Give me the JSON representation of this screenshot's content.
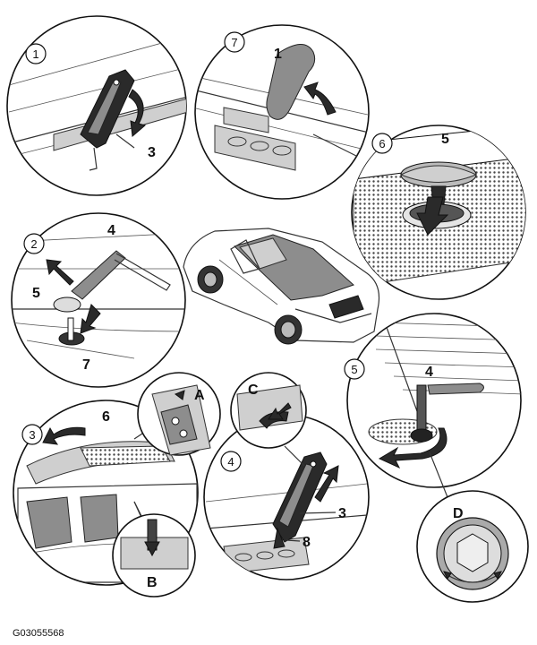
{
  "figure_code": "G03055568",
  "steps": {
    "s1": "1",
    "s2": "2",
    "s3": "3",
    "s4": "4",
    "s5": "5",
    "s6": "6",
    "s7": "7"
  },
  "callouts": {
    "p1_1": "3",
    "p7_1": "1",
    "p6_1": "5",
    "p2_1": "4",
    "p2_2": "5",
    "p2_3": "7",
    "p3_1": "6",
    "p3_2": "A",
    "p3_3": "B",
    "p4_1": "C",
    "p4_2": "3",
    "p4_3": "8",
    "p5_1": "4",
    "p5_2": "D"
  }
}
